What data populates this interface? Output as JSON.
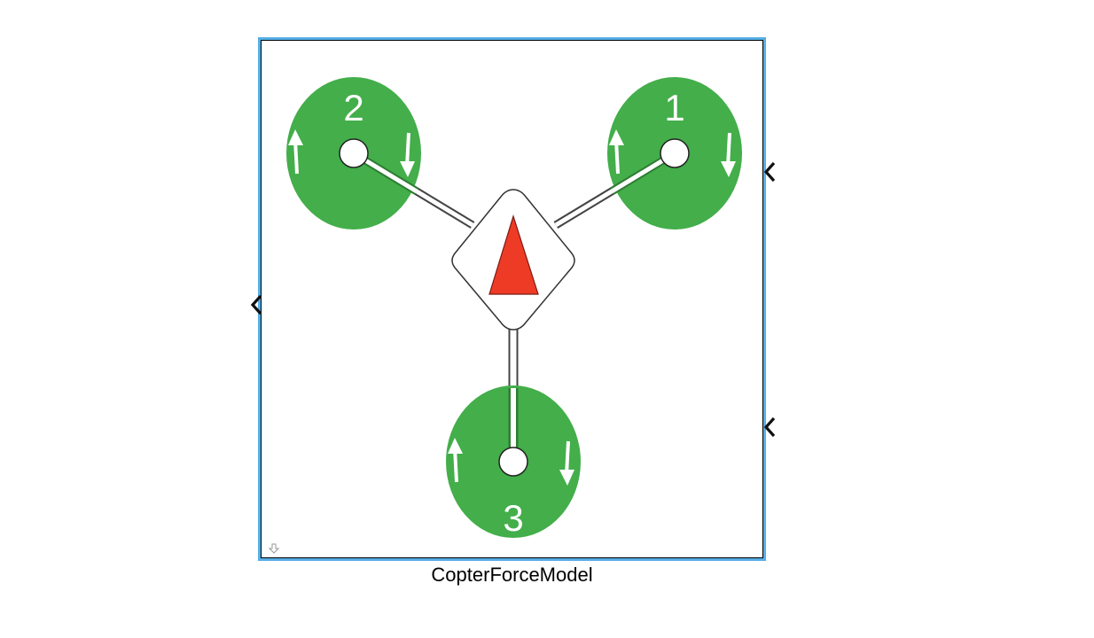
{
  "block": {
    "name": "CopterForceModel",
    "rotors": [
      {
        "label": "1"
      },
      {
        "label": "2"
      },
      {
        "label": "3"
      }
    ],
    "colors": {
      "rotor": "#43ae4a",
      "heading_arrow": "#ee3b26",
      "selection": "#56aee6"
    }
  }
}
